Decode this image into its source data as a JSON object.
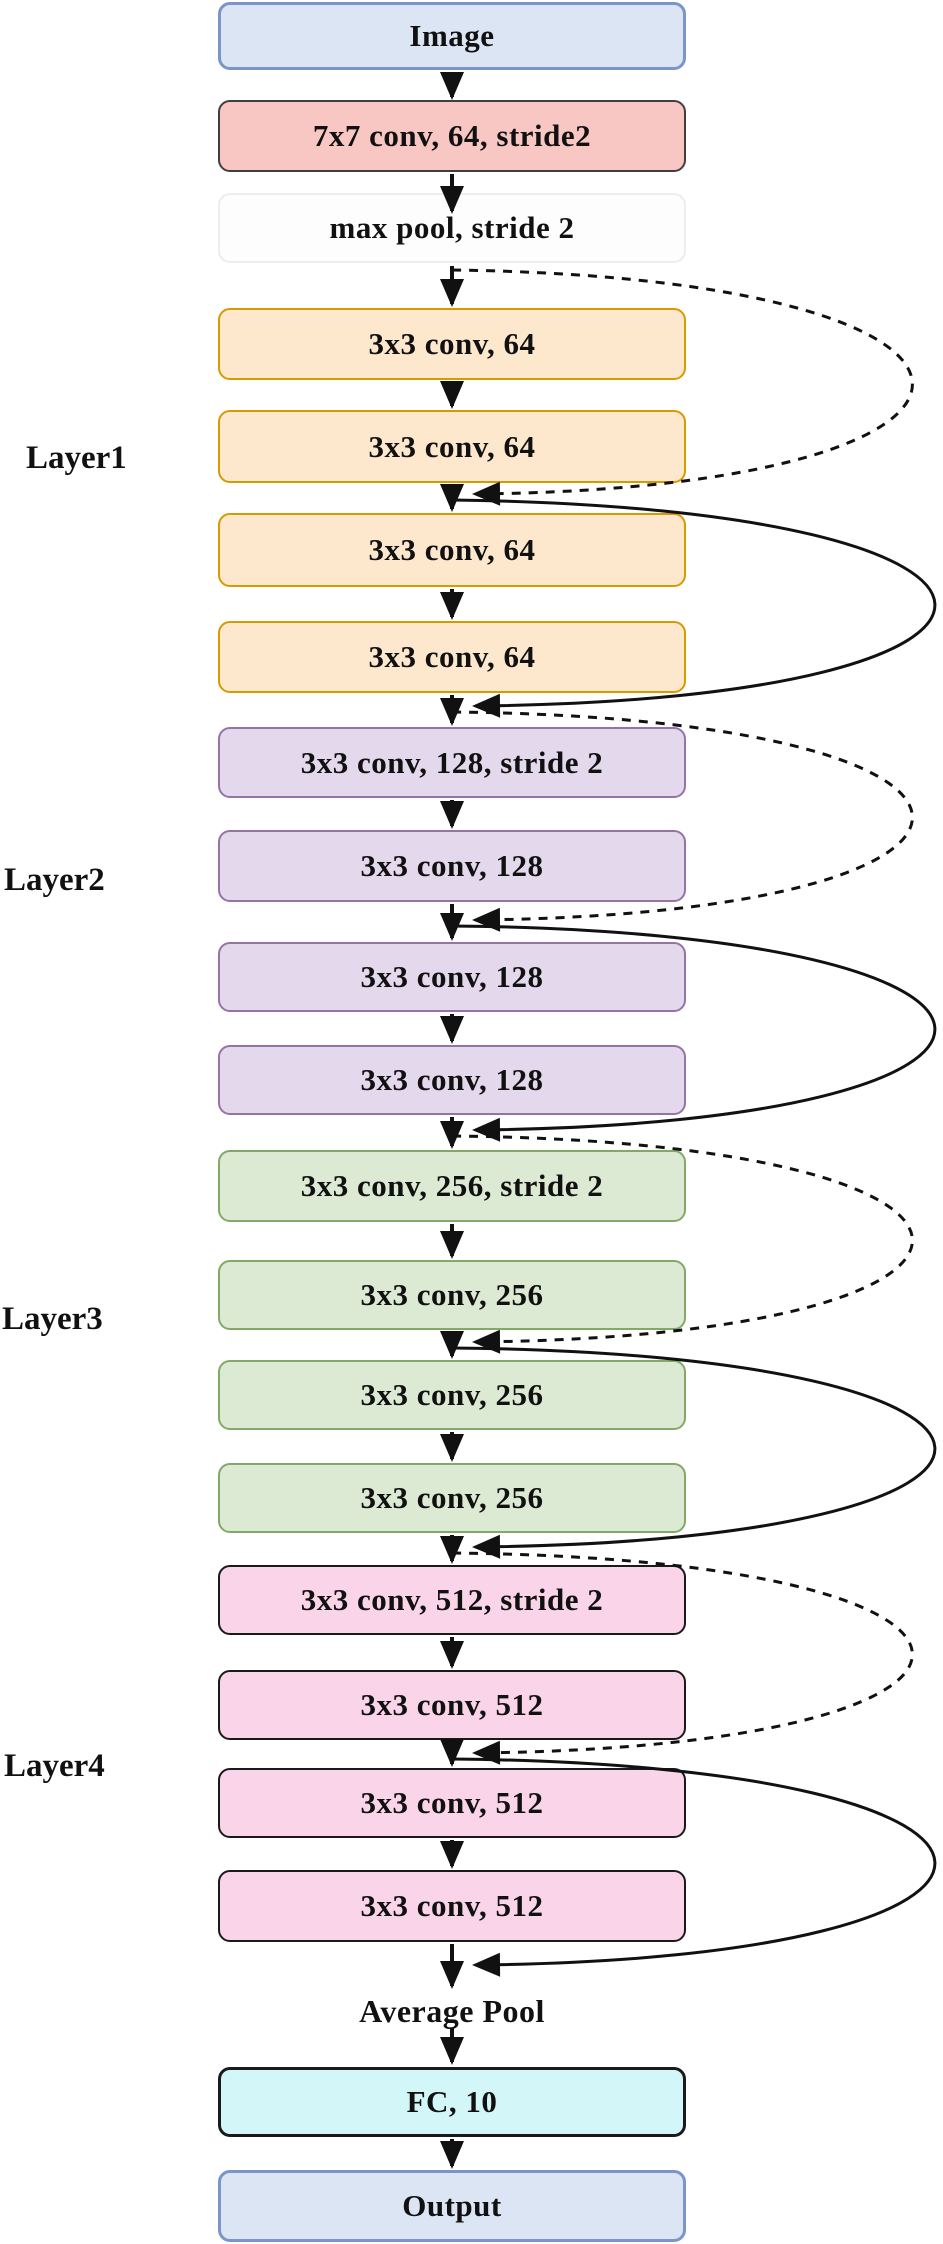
{
  "diagram_title": "ResNet-18 style CNN architecture flowchart",
  "colors": {
    "io_fill": "#dbe5f4",
    "io_border": "#7b95c9",
    "stem_fill": "#f9c7c3",
    "stem_border": "#3f3f3f",
    "pool_fill": "#fdfdfd",
    "pool_border": "#ededed",
    "layer1_fill": "#fde8cd",
    "layer1_border": "#d79b00",
    "layer2_fill": "#e4d8ec",
    "layer2_border": "#9673a6",
    "layer3_fill": "#dcead3",
    "layer3_border": "#83a968",
    "layer4_fill": "#fad4e8",
    "layer4_border": "#1a1a1a",
    "fc_fill": "#d3f7f9",
    "fc_border": "#1a1a1a",
    "arrow": "#111111"
  },
  "layers": [
    {
      "label": "Layer1"
    },
    {
      "label": "Layer2"
    },
    {
      "label": "Layer3"
    },
    {
      "label": "Layer4"
    }
  ],
  "nodes": [
    {
      "label": "Image"
    },
    {
      "label": "7x7 conv, 64, stride2"
    },
    {
      "label": "max pool, stride 2"
    },
    {
      "label": "3x3 conv, 64"
    },
    {
      "label": "3x3 conv, 64"
    },
    {
      "label": "3x3 conv, 64"
    },
    {
      "label": "3x3 conv, 64"
    },
    {
      "label": "3x3 conv, 128, stride 2"
    },
    {
      "label": "3x3 conv, 128"
    },
    {
      "label": "3x3 conv, 128"
    },
    {
      "label": "3x3 conv, 128"
    },
    {
      "label": "3x3 conv, 256, stride 2"
    },
    {
      "label": "3x3 conv, 256"
    },
    {
      "label": "3x3 conv, 256"
    },
    {
      "label": "3x3 conv, 256"
    },
    {
      "label": "3x3 conv, 512, stride 2"
    },
    {
      "label": "3x3 conv, 512"
    },
    {
      "label": "3x3 conv, 512"
    },
    {
      "label": "3x3 conv, 512"
    },
    {
      "label": "Average Pool"
    },
    {
      "label": "FC, 10"
    },
    {
      "label": "Output"
    }
  ],
  "connections": {
    "flow": "sequential top-to-bottom arrows",
    "skip_dashed": "residual identity skips over first two convs of each layer group",
    "skip_solid": "residual skips over last two convs of each layer group"
  }
}
